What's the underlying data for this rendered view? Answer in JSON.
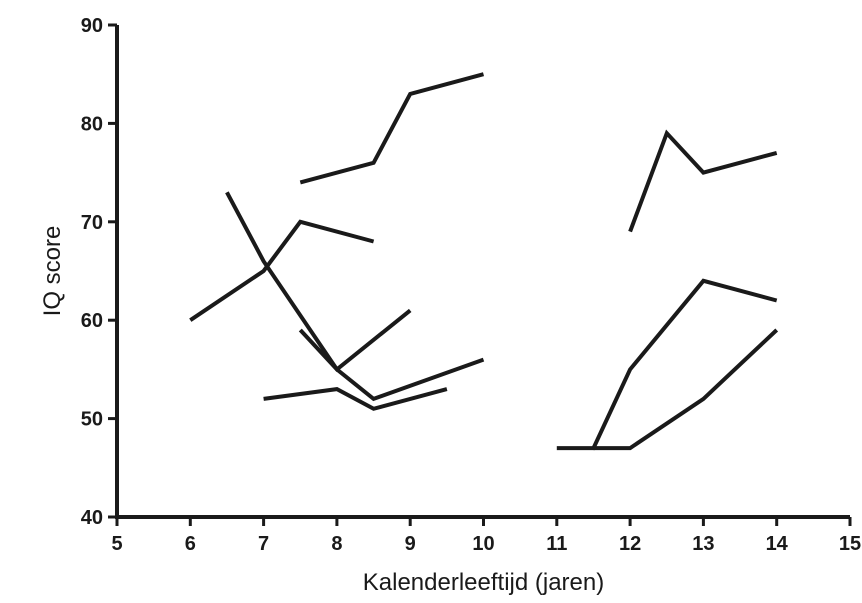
{
  "chart_data": {
    "type": "line",
    "title": "",
    "xlabel": "Kalenderleeftijd (jaren)",
    "ylabel": "IQ score",
    "xlim": [
      5,
      15
    ],
    "ylim": [
      40,
      90
    ],
    "xticks": [
      5,
      6,
      7,
      8,
      9,
      10,
      11,
      12,
      13,
      14,
      15
    ],
    "yticks": [
      40,
      50,
      60,
      70,
      80,
      90
    ],
    "grid": false,
    "legend": "none",
    "line_color": "#1a1a1a",
    "series": [
      {
        "x": [
          7.5,
          8.5,
          9,
          10
        ],
        "y": [
          74,
          76,
          83,
          85
        ]
      },
      {
        "x": [
          6,
          7,
          7.5,
          8.5
        ],
        "y": [
          60,
          65,
          70,
          68
        ]
      },
      {
        "x": [
          6.5,
          7,
          8,
          8.5,
          10
        ],
        "y": [
          73,
          66,
          55,
          52,
          56
        ]
      },
      {
        "x": [
          7.5,
          8,
          9
        ],
        "y": [
          59,
          55,
          61
        ]
      },
      {
        "x": [
          7,
          8,
          8.5,
          9.5
        ],
        "y": [
          52,
          53,
          51,
          53
        ]
      },
      {
        "x": [
          12,
          12.5,
          13,
          14
        ],
        "y": [
          69,
          79,
          75,
          77
        ]
      },
      {
        "x": [
          11,
          11.5,
          12,
          13,
          14
        ],
        "y": [
          47,
          47,
          55,
          64,
          62
        ]
      },
      {
        "x": [
          11.5,
          12,
          13,
          14
        ],
        "y": [
          47,
          47,
          52,
          59
        ]
      }
    ]
  }
}
